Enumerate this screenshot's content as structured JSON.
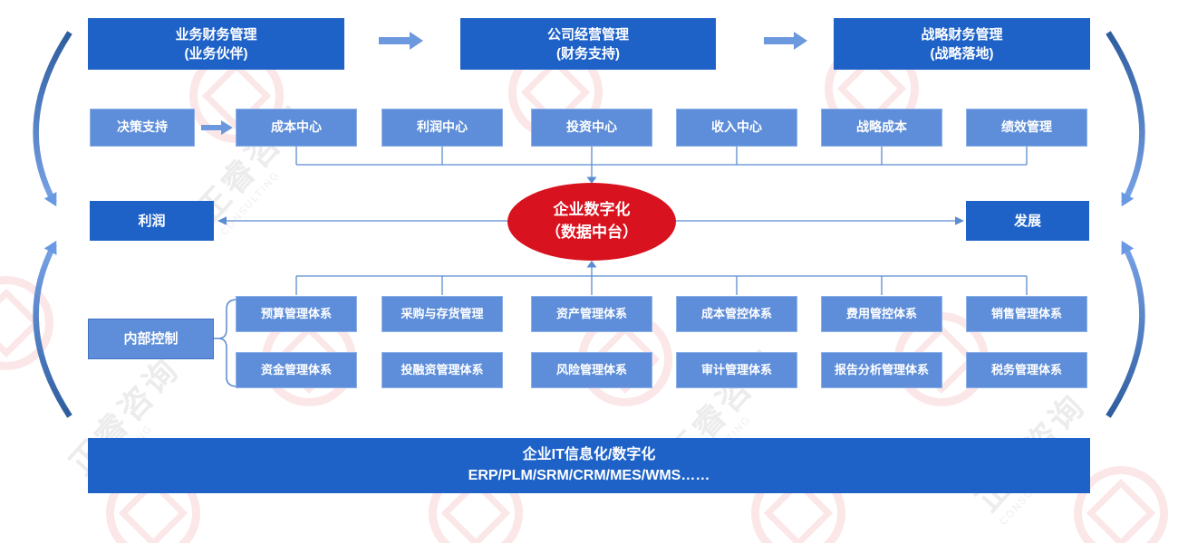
{
  "colors": {
    "dark_blue": "#1e62c8",
    "light_blue": "#5e8ed9",
    "red": "#d8121f",
    "connector_blue": "#5b8bd0",
    "flow_arrow_blue": "#6c98de"
  },
  "top_row": [
    {
      "line1": "业务财务管理",
      "line2": "(业务伙伴)"
    },
    {
      "line1": "公司经营管理",
      "line2": "(财务支持)"
    },
    {
      "line1": "战略财务管理",
      "line2": "(战略落地)"
    }
  ],
  "decision_support": "决策支持",
  "centers": [
    "成本中心",
    "利润中心",
    "投资中心",
    "收入中心",
    "战略成本",
    "绩效管理"
  ],
  "hub": {
    "line1": "企业数字化",
    "line2": "（数据中台）"
  },
  "profit_box": "利润",
  "development_box": "发展",
  "internal_control": "内部控制",
  "systems_row1": [
    "预算管理体系",
    "采购与存货管理",
    "资产管理体系",
    "成本管控体系",
    "费用管控体系",
    "销售管理体系"
  ],
  "systems_row2": [
    "资金管理体系",
    "投融资管理体系",
    "风险管理体系",
    "审计管理体系",
    "报告分析管理体系",
    "税务管理体系"
  ],
  "banner": {
    "line1": "企业IT信息化/数字化",
    "line2": "ERP/PLM/SRM/CRM/MES/WMS……"
  },
  "watermark": {
    "text": "正睿咨询",
    "subtext": "CONSULTING"
  }
}
